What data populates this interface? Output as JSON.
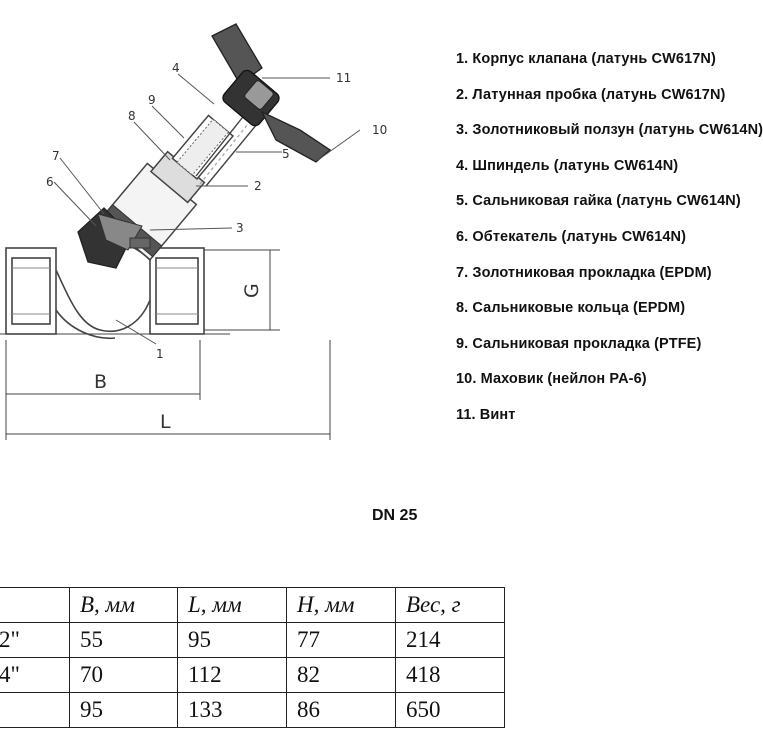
{
  "parts": [
    "1. Корпус клапана (латунь CW617N)",
    "2. Латунная пробка (латунь CW617N)",
    "3. Золотниковый ползун (латунь CW614N)",
    "4. Шпиндель (латунь CW614N)",
    "5. Сальниковая гайка (латунь CW614N)",
    "6. Обтекатель (латунь CW614N)",
    "7. Золотниковая прокладка (EPDM)",
    "8. Сальниковые кольца (EPDM)",
    "9. Сальниковая прокладка (PTFE)",
    "10. Маховик (нейлон PA-6)",
    "11. Винт"
  ],
  "diagram": {
    "dim_b": "B",
    "dim_l": "L",
    "dim_g": "G",
    "callouts": [
      "1",
      "2",
      "3",
      "4",
      "5",
      "6",
      "7",
      "8",
      "9",
      "10",
      "11"
    ]
  },
  "dn_label": "DN 25",
  "table": {
    "headers": [
      "",
      "B, мм",
      "L, мм",
      "H, мм",
      "Вес, г"
    ],
    "rows": [
      [
        "2\"",
        "55",
        "95",
        "77",
        "214"
      ],
      [
        "4\"",
        "70",
        "112",
        "82",
        "418"
      ],
      [
        "",
        "95",
        "133",
        "86",
        "650"
      ]
    ]
  },
  "colors": {
    "ink": "#111111",
    "line": "#444444",
    "dark_part": "#333333",
    "mid_part": "#888888"
  }
}
